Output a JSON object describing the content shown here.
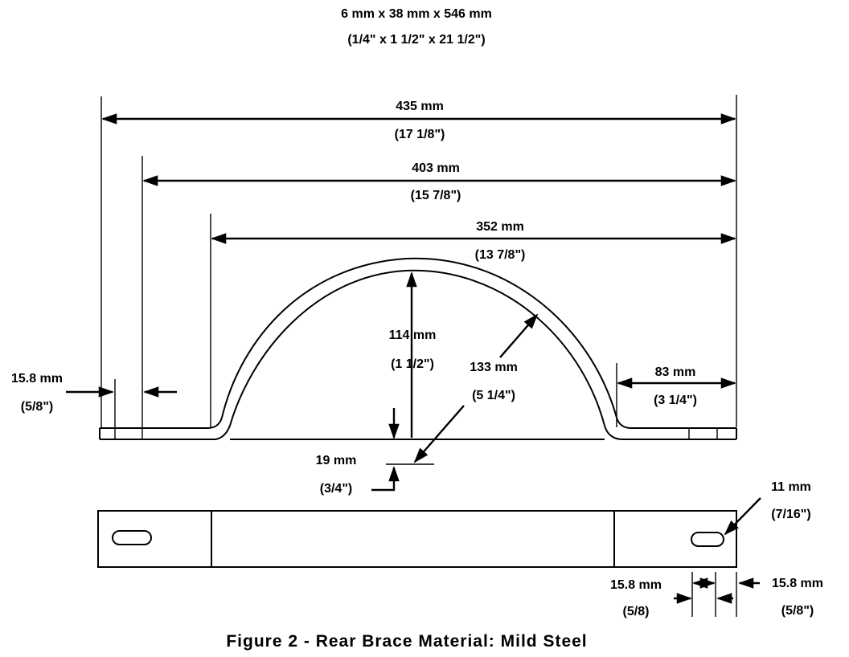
{
  "header": {
    "size_metric": "6 mm x 38 mm x 546 mm",
    "size_imperial": "(1/4\" x 1 1/2\" x 21 1/2\")"
  },
  "dimensions": {
    "overall_length_mm": "435 mm",
    "overall_length_in": "(17 1/8\")",
    "mid_length_mm": "403 mm",
    "mid_length_in": "(15 7/8\")",
    "arch_span_mm": "352 mm",
    "arch_span_in": "(13 7/8\")",
    "arch_height_mm": "114 mm",
    "arch_height_in": "(1 1/2\")",
    "radius_mm": "133 mm",
    "radius_in": "(5 1/4\")",
    "foot_length_mm": "83 mm",
    "foot_length_in": "(3 1/4\")",
    "end_offset_mm": "15.8 mm",
    "end_offset_in": "(5/8\")",
    "thickness_mm": "19 mm",
    "thickness_in": "(3/4\")",
    "slot_width_mm": "11 mm",
    "slot_width_in": "(7/16\")",
    "slot_pos_mm_a": "15.8 mm",
    "slot_pos_in_a": "(5/8)",
    "slot_pos_mm_b": "15.8 mm",
    "slot_pos_in_b": "(5/8\")"
  },
  "caption": "Figure 2 - Rear Brace Material: Mild Steel"
}
